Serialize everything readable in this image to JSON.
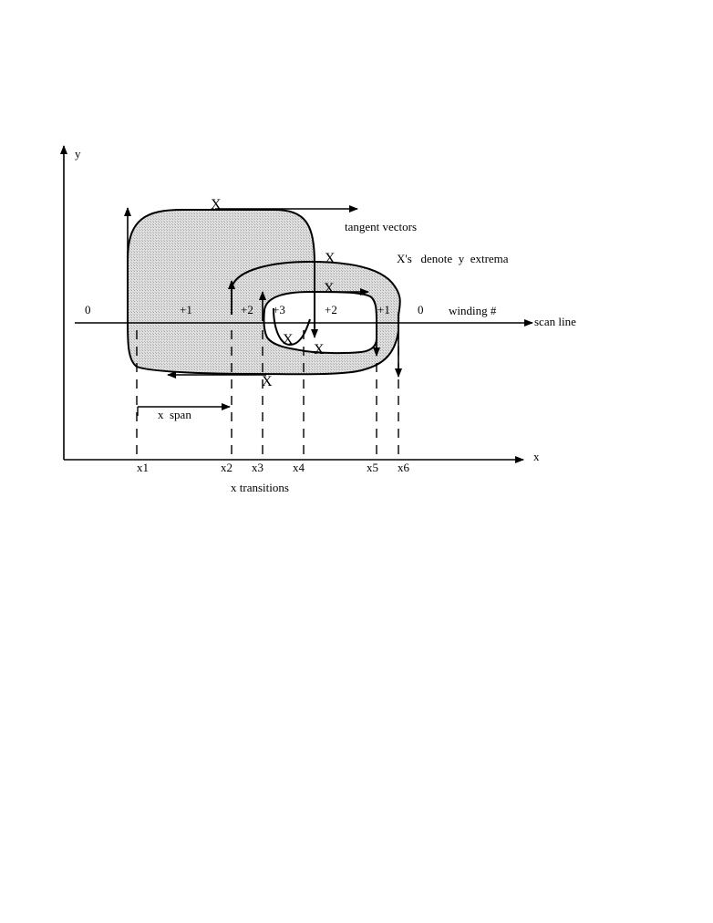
{
  "axes": {
    "y_label": "y",
    "x_label": "x"
  },
  "labels": {
    "tangent_vectors": "tangent vectors",
    "extrema_note": "X's   denote  y  extrema",
    "winding": "winding #",
    "scan_line": "scan line",
    "x_span": "x  span",
    "x_transitions": "x transitions"
  },
  "winding_numbers": [
    "0",
    "+1",
    "+2",
    "+3",
    "+2",
    "+1",
    "0"
  ],
  "transitions": [
    "x1",
    "x2",
    "x3",
    "x4",
    "x5",
    "x6"
  ],
  "extrema_marks": [
    "X",
    "X",
    "X",
    "X",
    "X",
    "X"
  ],
  "colors": {
    "fill": "#d4d4d4",
    "stroke": "#000000"
  }
}
